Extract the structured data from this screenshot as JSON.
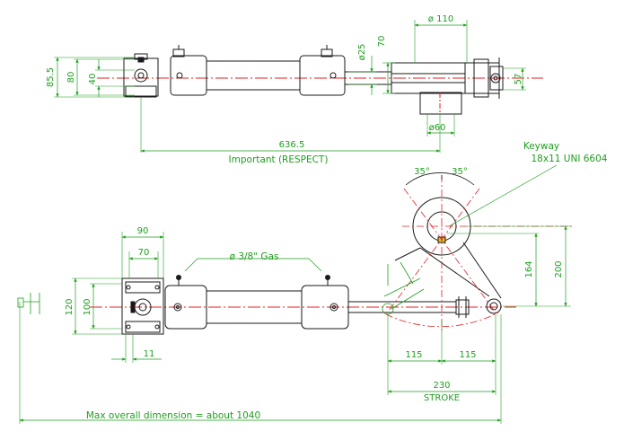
{
  "top_view": {
    "dims": {
      "height_outer": "85.5",
      "height_mid": "80",
      "height_inner": "40",
      "rod_dia": "ø25",
      "lever_h": "70",
      "hub_dia": "ø 110",
      "hub_h": "57",
      "shaft_dia": "ø60",
      "length": "636.5"
    },
    "length_note": "Important (RESPECT)"
  },
  "front_view": {
    "dims": {
      "width_90": "90",
      "width_70": "70",
      "height_120": "120",
      "height_100": "100",
      "offset_11": "11",
      "angle_left": "35°",
      "angle_right": "35°",
      "h_164": "164",
      "h_200": "200",
      "half_left": "115",
      "half_right": "115",
      "stroke_value": "230",
      "stroke_label": "STROKE"
    },
    "gas_note": "ø 3/8\" Gas",
    "keyway_title": "Keyway",
    "keyway_spec": "18x11 UNI 6604",
    "overall_note": "Max overall dimension = about 1040"
  },
  "colors": {
    "line": "#1a1a1a",
    "dimension": "#1e9e1e",
    "center": "#e02020"
  }
}
